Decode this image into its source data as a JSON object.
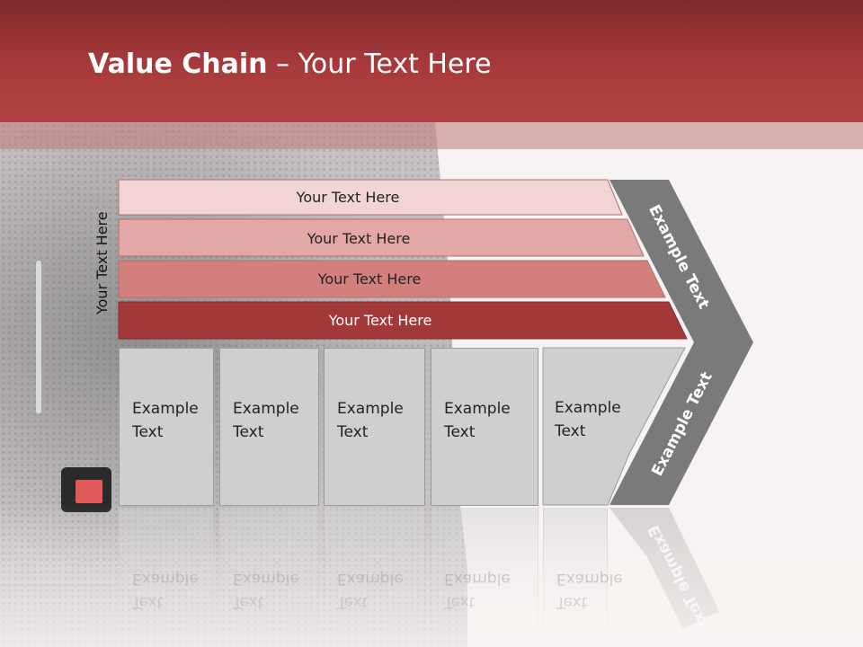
{
  "slide": {
    "title_bold": "Value Chain",
    "title_rest": " – Your Text Here",
    "vertical_label": "Your Text Here"
  },
  "bars": [
    {
      "label": "Your Text Here",
      "color": "#f2d4d4",
      "text_color": "#222222"
    },
    {
      "label": "Your Text Here",
      "color": "#e3a7a6",
      "text_color": "#222222"
    },
    {
      "label": "Your Text Here",
      "color": "#d37f7d",
      "text_color": "#222222"
    },
    {
      "label": "Your Text Here",
      "color": "#a3383a",
      "text_color": "#ffffff"
    }
  ],
  "columns": [
    {
      "line1": "Example",
      "line2": "Text"
    },
    {
      "line1": "Example",
      "line2": "Text"
    },
    {
      "line1": "Example",
      "line2": "Text"
    },
    {
      "line1": "Example",
      "line2": "Text"
    },
    {
      "line1": "Example",
      "line2": "Text"
    }
  ],
  "chevron": {
    "upper_text": "Example Text",
    "lower_text": "Example Text",
    "color": "#7a7a7a"
  },
  "colors": {
    "header": "#a93a3c",
    "column_fill": "#cfcfcf"
  }
}
